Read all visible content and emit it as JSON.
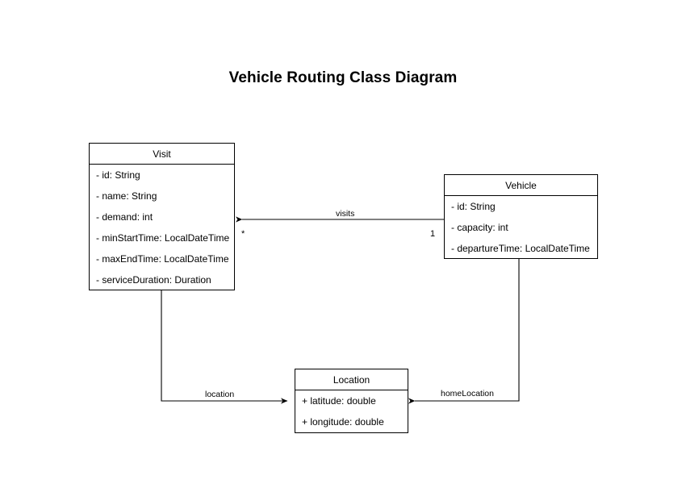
{
  "diagram": {
    "title": "Vehicle Routing Class Diagram",
    "background_color": "#ffffff",
    "line_color": "#000000",
    "text_color": "#000000",
    "classes": [
      {
        "id": "visit",
        "name": "Visit",
        "attributes": [
          "- id: String",
          "- name: String",
          "- demand: int",
          "- minStartTime: LocalDateTime",
          "- maxEndTime: LocalDateTime",
          "- serviceDuration: Duration"
        ]
      },
      {
        "id": "vehicle",
        "name": "Vehicle",
        "attributes": [
          "- id: String",
          "- capacity: int",
          "- departureTime: LocalDateTime"
        ]
      },
      {
        "id": "location",
        "name": "Location",
        "attributes": [
          "+ latitude: double",
          "+ longitude: double"
        ]
      }
    ],
    "relationships": [
      {
        "id": "visits",
        "label": "visits",
        "from": "Vehicle",
        "to": "Visit",
        "source_multiplicity": "1",
        "target_multiplicity": "*"
      },
      {
        "id": "location",
        "label": "location",
        "from": "Visit",
        "to": "Location",
        "source_multiplicity": "",
        "target_multiplicity": ""
      },
      {
        "id": "homeLocation",
        "label": "homeLocation",
        "from": "Vehicle",
        "to": "Location",
        "source_multiplicity": "",
        "target_multiplicity": ""
      }
    ]
  }
}
